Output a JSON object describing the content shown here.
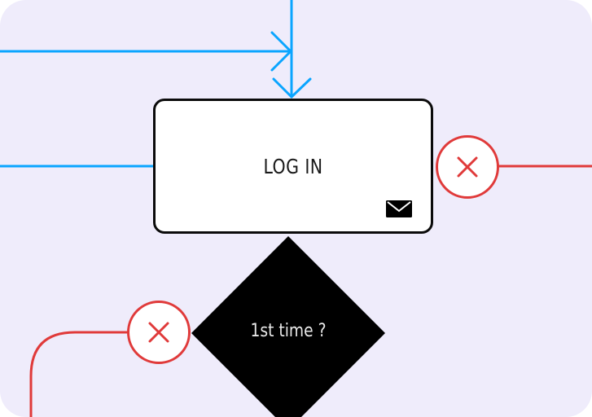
{
  "colors": {
    "background": "#EFECFB",
    "flow_line": "#0AA5FF",
    "reject": "#E03A3A",
    "node_border": "#0b0b0b",
    "node_fill": "#ffffff",
    "decision_fill": "#000000"
  },
  "nodes": {
    "login": {
      "label": "LOG IN",
      "icon": "mail-icon"
    },
    "first_time": {
      "label": "1st time ?",
      "shape": "diamond"
    }
  },
  "badges": [
    {
      "name": "reject-badge-login",
      "icon": "close-icon"
    },
    {
      "name": "reject-badge-first-time",
      "icon": "close-icon"
    }
  ],
  "connectors": [
    {
      "name": "incoming-arrow-horizontal",
      "color": "blue",
      "direction": "right"
    },
    {
      "name": "incoming-arrow-vertical",
      "color": "blue",
      "direction": "down"
    },
    {
      "name": "incoming-line-left",
      "color": "blue"
    },
    {
      "name": "reject-line-right",
      "color": "red"
    },
    {
      "name": "reject-line-curve-left",
      "color": "red"
    }
  ]
}
